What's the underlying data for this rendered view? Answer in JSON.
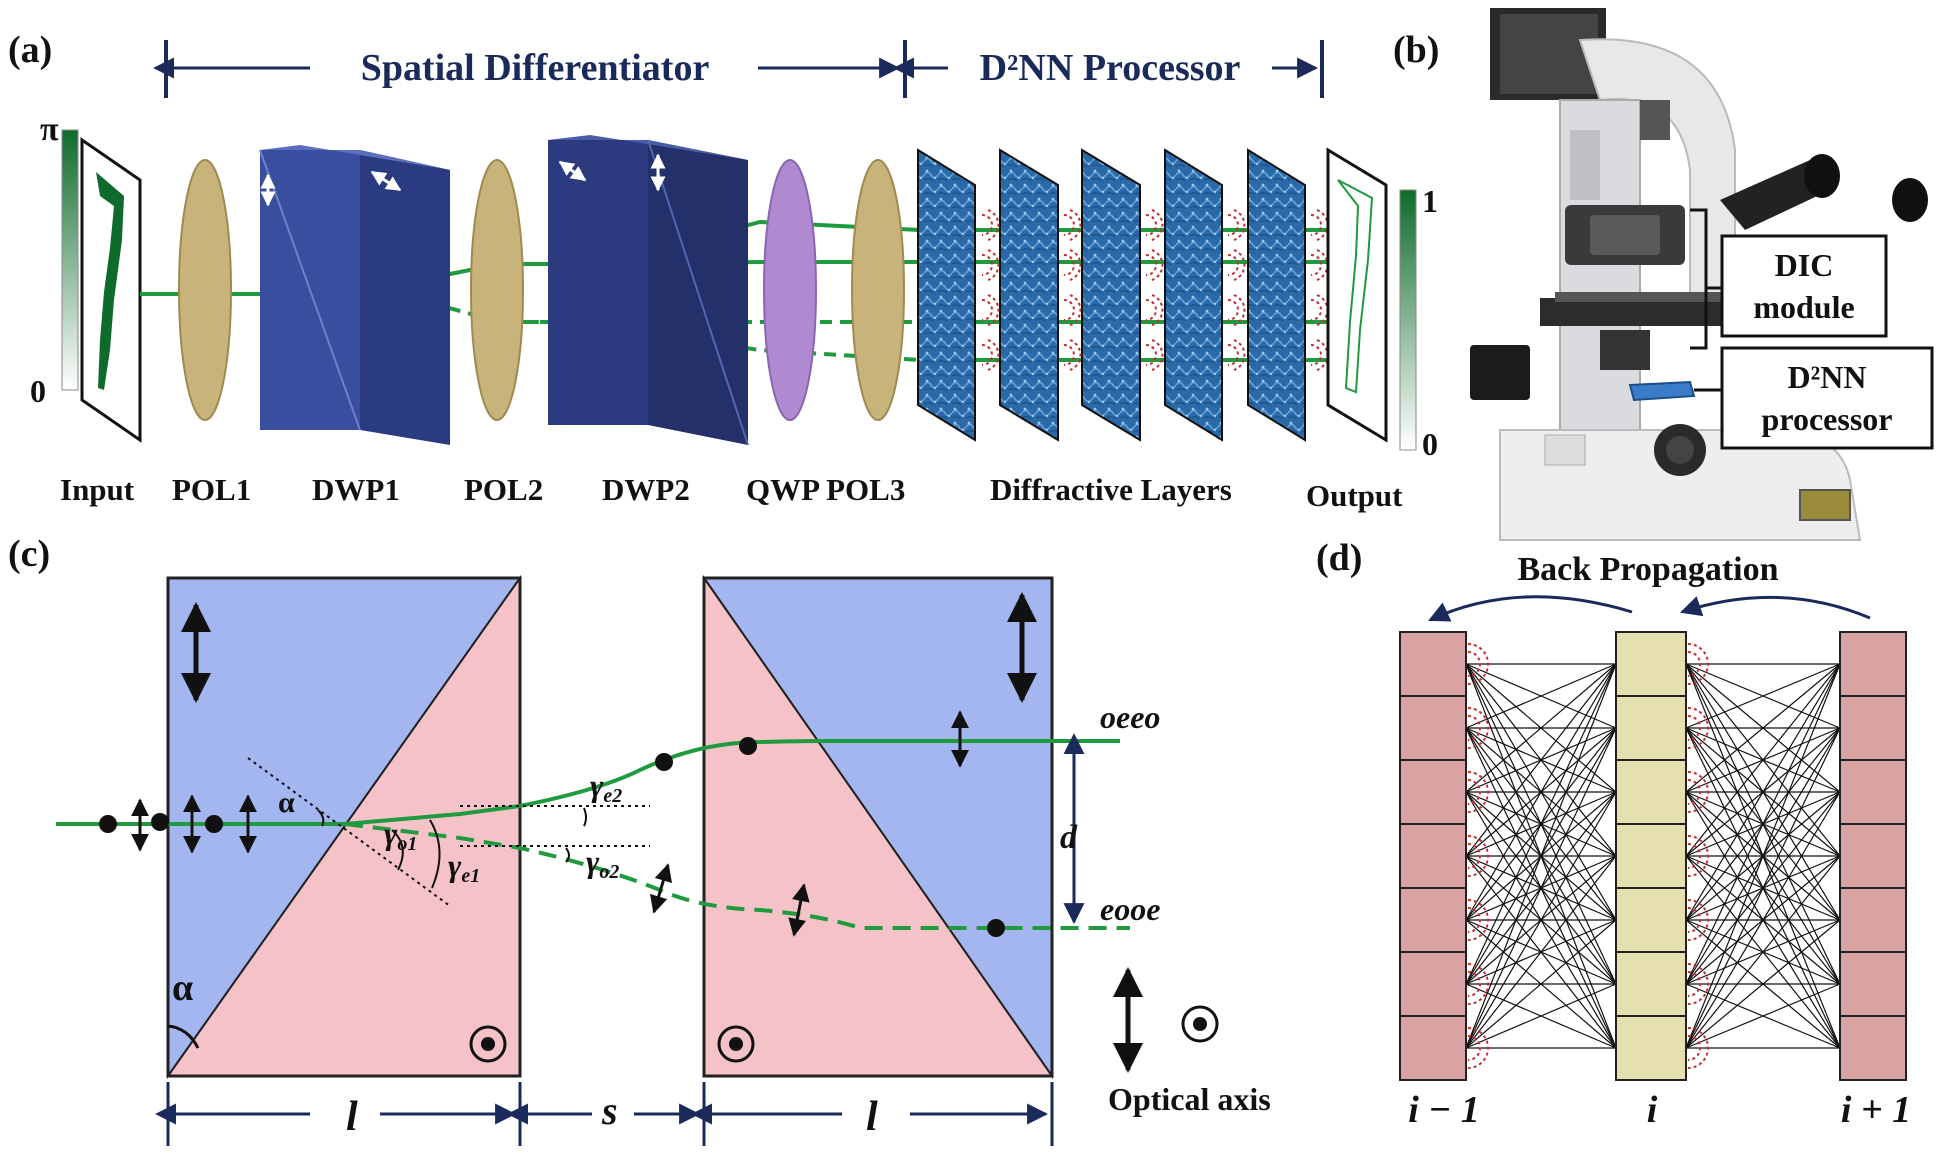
{
  "panel_a": {
    "panel_label": "(a)",
    "section_spatial": "Spatial Differentiator",
    "section_processor": "D²NN Processor",
    "scale_left_top": "π",
    "scale_left_bottom": "0",
    "scale_right_top": "1",
    "scale_right_bottom": "0",
    "components": [
      "Input",
      "POL1",
      "DWP1",
      "POL2",
      "DWP2",
      "QWP POL3",
      "Diffractive Layers",
      "Output"
    ]
  },
  "panel_b": {
    "panel_label": "(b)",
    "callout_dic": [
      "DIC",
      "module"
    ],
    "callout_d2nn": [
      "D²NN",
      "processor"
    ]
  },
  "panel_c": {
    "panel_label": "(c)",
    "angle_alpha": "α",
    "angle_alpha_inner": "α",
    "gamma_o1": "γ",
    "gamma_o1_sub": "o1",
    "gamma_e1": "γ",
    "gamma_e1_sub": "e1",
    "gamma_e2": "γ",
    "gamma_e2_sub": "e2",
    "gamma_o2": "γ",
    "gamma_o2_sub": "o2",
    "beam_top": "oeeo",
    "beam_bottom": "eooe",
    "sep_label": "d",
    "dim_l_left": "l",
    "dim_s": "s",
    "dim_l_right": "l",
    "legend_axis": "Optical axis"
  },
  "panel_d": {
    "panel_label": "(d)",
    "title": "Back Propagation",
    "layer_labels": [
      "i − 1",
      "i",
      "i + 1"
    ]
  },
  "colors": {
    "navy": "#1a2a5a",
    "beam_green": "#1f9a3e",
    "crystal_blue": "#a3b6f0",
    "crystal_pink": "#f5c2c8",
    "polarizer_gold": "#c8b47a",
    "qwp_purple": "#b08ad0",
    "dwp_blue": "#2f3f8a",
    "layer_pink": "#d9a3a3",
    "layer_cream": "#e6e0b0"
  }
}
